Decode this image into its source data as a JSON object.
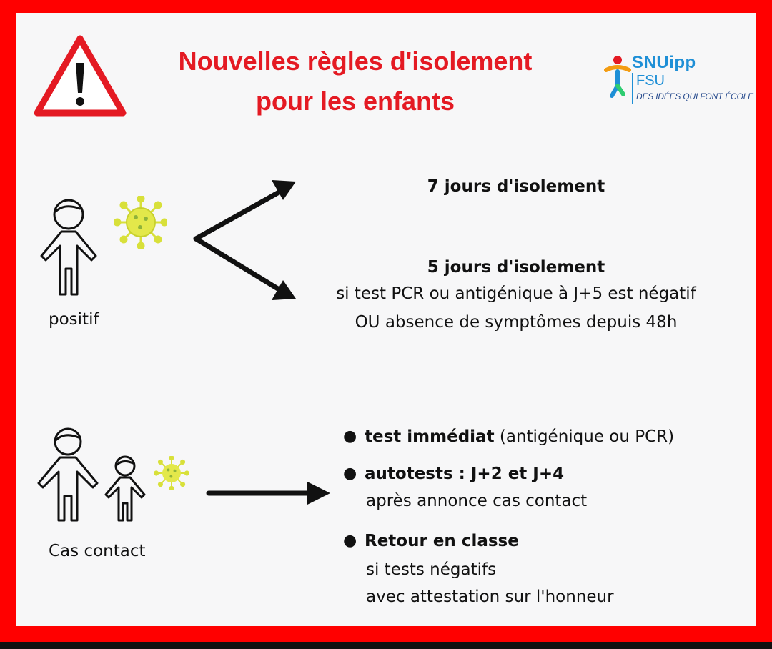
{
  "header": {
    "title_line1": "Nouvelles règles d'isolement",
    "title_line2": "pour les enfants",
    "logo_brand": "SNUipp",
    "logo_sub": "FSU",
    "logo_tagline": "DES IDÉES QUI FONT ÉCOLE"
  },
  "positive": {
    "label": "positif",
    "option_a": {
      "heading": "7 jours  d'isolement"
    },
    "option_b": {
      "heading": "5 jours  d'isolement",
      "line1": "si test PCR ou antigénique à J+5 est négatif",
      "line2": "OU absence de symptômes depuis 48h"
    }
  },
  "contact": {
    "label": "Cas contact",
    "items": [
      {
        "bold": "test immédiat",
        "rest": " (antigénique ou PCR)",
        "lines": []
      },
      {
        "bold": "autotests : J+2 et J+4",
        "rest": "",
        "lines": [
          "après annonce cas contact"
        ]
      },
      {
        "bold": "Retour en classe",
        "rest": "",
        "lines": [
          "si tests négatifs",
          "avec attestation sur l'honneur"
        ]
      }
    ]
  },
  "colors": {
    "frame": "#ff0000",
    "title": "#e41a23",
    "brand": "#1e8fd6",
    "virus": "#d8e03a"
  },
  "icons": [
    "warning-icon",
    "child-icon",
    "adult-icon",
    "virus-icon",
    "arrow-icon",
    "snuipp-logo-icon"
  ]
}
